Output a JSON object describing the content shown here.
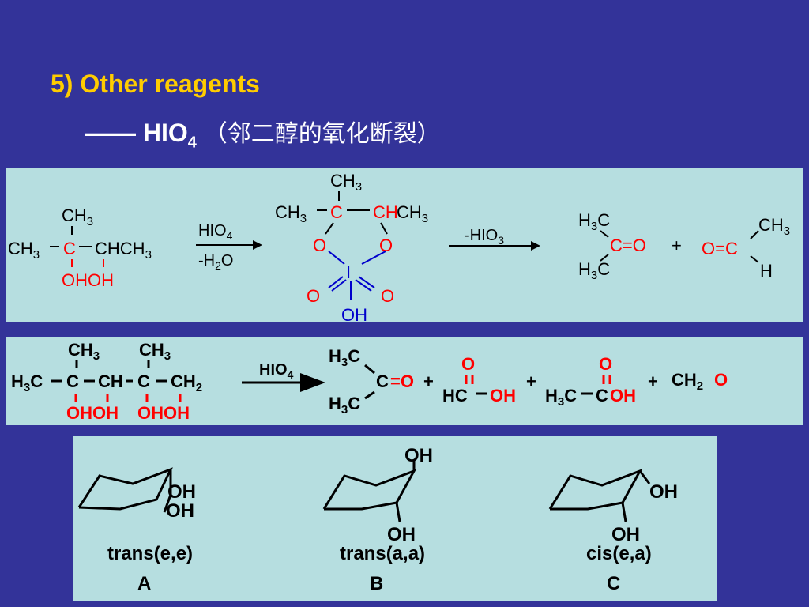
{
  "slide": {
    "title": "5) Other reagents",
    "subtitle_dash": "——",
    "subtitle_reagent": "HIO",
    "subtitle_reagent_sub": "4",
    "subtitle_cn": "（邻二醇的氧化断裂）"
  },
  "reaction1": {
    "reagent": "HIO4",
    "byproduct_water": "-H2O",
    "byproduct_hio3": "-HIO3",
    "plus": "+"
  },
  "reaction2": {
    "reagent": "HIO4",
    "plus": "+",
    "formaldehyde": "CH2O"
  },
  "conformers": [
    {
      "name": "trans(e,e)",
      "letter": "A"
    },
    {
      "name": "trans(a,a)",
      "letter": "B"
    },
    {
      "name": "cis(e,a)",
      "letter": "C"
    }
  ],
  "colors": {
    "background": "#333399",
    "title": "#ffcc00",
    "panel": "#b6dee0",
    "oxygen": "#ff0000",
    "iodine": "#0000cc"
  }
}
